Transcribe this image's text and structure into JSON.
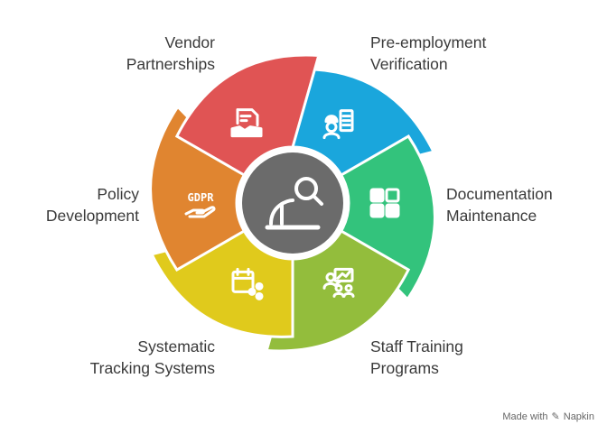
{
  "segments": [
    {
      "id": "pre-employment",
      "line1": "Pre-employment",
      "line2": "Verification",
      "color": "#1aa6dc",
      "icon": "worker-checklist-icon"
    },
    {
      "id": "documentation",
      "line1": "Documentation",
      "line2": "Maintenance",
      "color": "#33c37c",
      "icon": "document-grid-icon"
    },
    {
      "id": "staff-training",
      "line1": "Staff Training",
      "line2": "Programs",
      "color": "#93bd3c",
      "icon": "training-presentation-icon"
    },
    {
      "id": "tracking",
      "line1": "Systematic",
      "line2": "Tracking Systems",
      "color": "#e0ca1c",
      "icon": "calendar-share-icon"
    },
    {
      "id": "policy",
      "line1": "Policy",
      "line2": "Development",
      "color": "#e08530",
      "icon": "gdpr-hand-icon"
    },
    {
      "id": "vendor",
      "line1": "Vendor",
      "line2": "Partnerships",
      "color": "#e05454",
      "icon": "contract-handshake-icon"
    }
  ],
  "center": {
    "color": "#6b6b6b",
    "icon": "hardhat-search-icon"
  },
  "credit": {
    "made_with": "Made with",
    "brand": "Napkin"
  }
}
